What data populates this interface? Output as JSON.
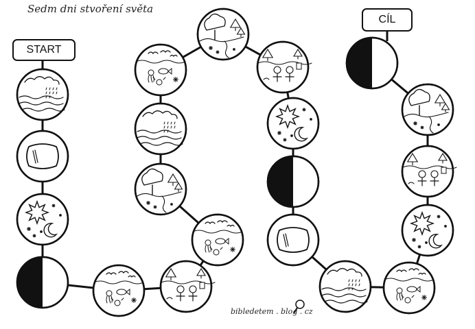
{
  "title": "Sedm dni stvoření světa",
  "start_label": "START",
  "finish_label": "CÍL",
  "credit": "bibledetem . blog . cz",
  "spaces": [
    {
      "day": 2,
      "scene": "sky-and-water"
    },
    {
      "day": 7,
      "scene": "rest-pillow"
    },
    {
      "day": 4,
      "scene": "sun-moon-stars"
    },
    {
      "day": 1,
      "scene": "light-and-darkness"
    },
    {
      "day": 5,
      "scene": "birds-and-fish"
    },
    {
      "day": 6,
      "scene": "animals-and-people"
    },
    {
      "day": 5,
      "scene": "birds-and-fish"
    },
    {
      "day": 3,
      "scene": "land-and-plants"
    },
    {
      "day": 2,
      "scene": "sky-and-water"
    },
    {
      "day": 5,
      "scene": "birds-and-fish"
    },
    {
      "day": 3,
      "scene": "land-and-plants"
    },
    {
      "day": 6,
      "scene": "animals-and-people"
    },
    {
      "day": 4,
      "scene": "sun-moon-stars"
    },
    {
      "day": 1,
      "scene": "light-and-darkness"
    },
    {
      "day": 7,
      "scene": "rest-pillow"
    },
    {
      "day": 2,
      "scene": "sky-and-water"
    },
    {
      "day": 5,
      "scene": "birds-and-fish"
    },
    {
      "day": 4,
      "scene": "sun-moon-stars"
    },
    {
      "day": 6,
      "scene": "animals-and-people"
    },
    {
      "day": 3,
      "scene": "land-and-plants"
    },
    {
      "day": 1,
      "scene": "light-and-darkness"
    }
  ]
}
